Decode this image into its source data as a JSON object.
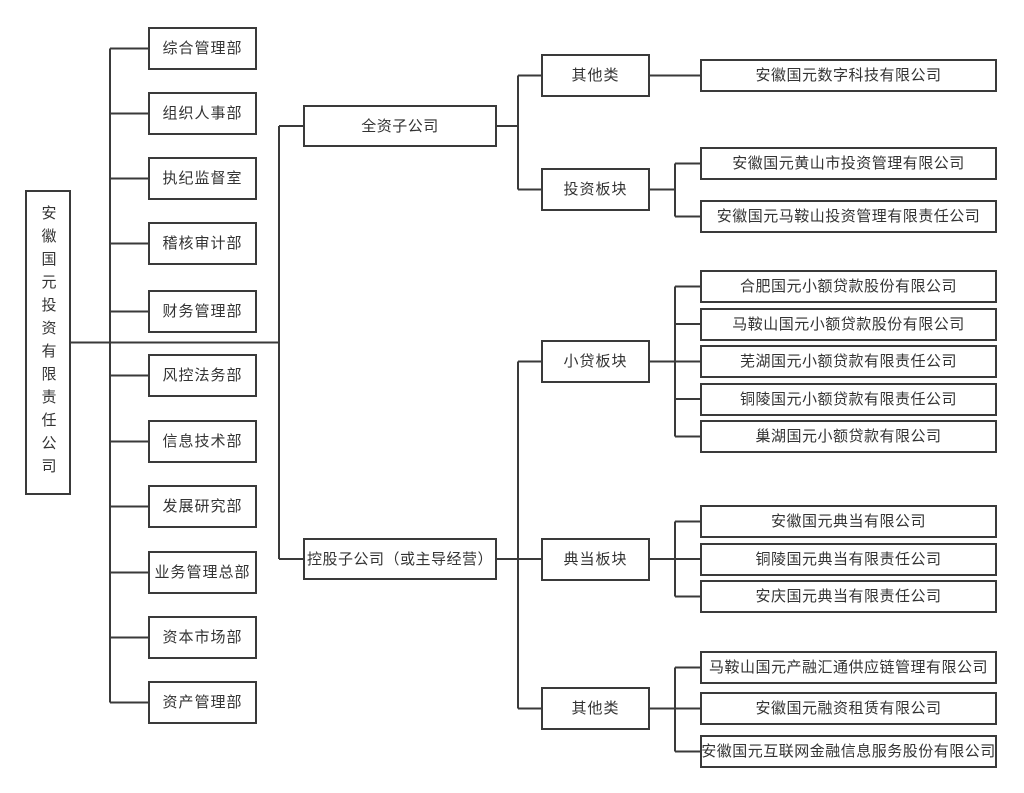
{
  "root": {
    "name": "安徽国元投资有限责任公司"
  },
  "departments": [
    "综合管理部",
    "组织人事部",
    "执纪监督室",
    "稽核审计部",
    "财务管理部",
    "风控法务部",
    "信息技术部",
    "发展研究部",
    "业务管理总部",
    "资本市场部",
    "资产管理部"
  ],
  "branches": [
    {
      "label": "全资子公司",
      "groups": [
        {
          "label": "其他类",
          "companies": [
            "安徽国元数字科技有限公司"
          ]
        },
        {
          "label": "投资板块",
          "companies": [
            "安徽国元黄山市投资管理有限公司",
            "安徽国元马鞍山投资管理有限责任公司"
          ]
        }
      ]
    },
    {
      "label": "控股子公司（或主导经营）",
      "groups": [
        {
          "label": "小贷板块",
          "companies": [
            "合肥国元小额贷款股份有限公司",
            "马鞍山国元小额贷款股份有限公司",
            "芜湖国元小额贷款有限责任公司",
            "铜陵国元小额贷款有限责任公司",
            "巢湖国元小额贷款有限公司"
          ]
        },
        {
          "label": "典当板块",
          "companies": [
            "安徽国元典当有限公司",
            "铜陵国元典当有限责任公司",
            "安庆国元典当有限责任公司"
          ]
        },
        {
          "label": "其他类",
          "companies": [
            "马鞍山国元产融汇通供应链管理有限公司",
            "安徽国元融资租赁有限公司",
            "安徽国元互联网金融信息服务股份有限公司"
          ]
        }
      ]
    }
  ],
  "colors": {
    "line": "#3a3a3a",
    "text": "#333333",
    "background": "#ffffff"
  }
}
